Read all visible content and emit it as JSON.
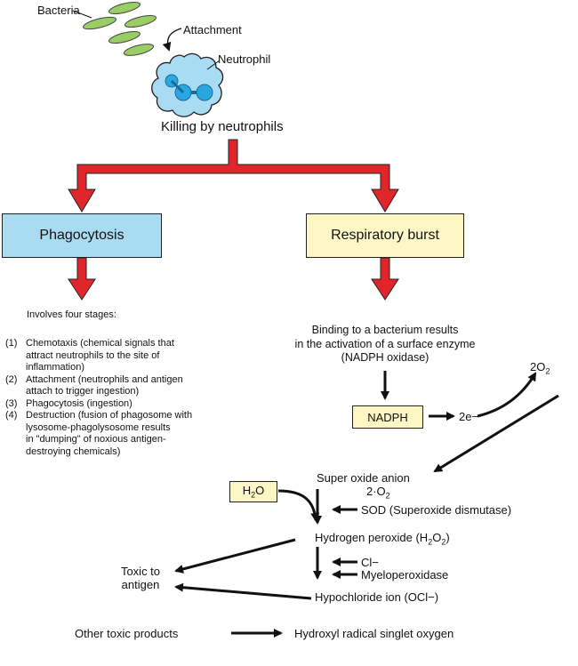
{
  "top": {
    "bacteria": "Bacteria",
    "attachment": "Attachment",
    "neutrophil": "Neutrophil",
    "killing": "Killing by neutrophils"
  },
  "boxes": {
    "phagocytosis": "Phagocytosis",
    "respiratory_burst": "Respiratory burst"
  },
  "phagocytosis": {
    "intro": "Involves four stages:",
    "stages": [
      {
        "num": "(1)",
        "lines": [
          "Chemotaxis (chemical signals that",
          "attract neutrophils to the site of",
          "inflammation)"
        ]
      },
      {
        "num": "(2)",
        "lines": [
          "Attachment (neutrophils and antigen",
          "attach to trigger ingestion)"
        ]
      },
      {
        "num": "(3)",
        "lines": [
          "Phagocytosis (ingestion)"
        ]
      },
      {
        "num": "(4)",
        "lines": [
          "Destruction (fusion of phagosome with",
          "lysosome-phagolysosome results",
          "in \"dumping\" of noxious antigen-",
          "destroying chemicals)"
        ]
      }
    ]
  },
  "burst": {
    "binding": [
      "Binding to a bacterium results",
      "in the activation of a surface enzyme",
      "(NADPH oxidase)"
    ],
    "nadph": "NADPH",
    "electrons": "2e−",
    "oxygen": "2O",
    "oxygen_sub": "2",
    "superoxide": "Super oxide anion",
    "superoxide_formula": "2·O",
    "superoxide_sub": "2",
    "water": "H",
    "water_sub": "2",
    "water_end": "O",
    "sod": "SOD (Superoxide dismutase)",
    "peroxide": "Hydrogen peroxide (H",
    "peroxide_sub": "2",
    "peroxide_mid": "O",
    "peroxide_sub2": "2",
    "peroxide_end": ")",
    "chloride": "Cl−",
    "myeloperoxidase": "Myeloperoxidase",
    "hypochloride": "Hypochloride ion (OCl−)",
    "toxic": [
      "Toxic to",
      "antigen"
    ],
    "other": "Other toxic products",
    "hydroxyl": "Hydroxyl radical singlet oxygen"
  },
  "colors": {
    "red_arrow": "#e0262b",
    "blue_box": "#a9dcf2",
    "yellow_box": "#fdf7c6",
    "bacteria_green": "#9acd63",
    "cell_blue": "#a9dcf2",
    "nucleus_blue": "#2aa6e0"
  }
}
